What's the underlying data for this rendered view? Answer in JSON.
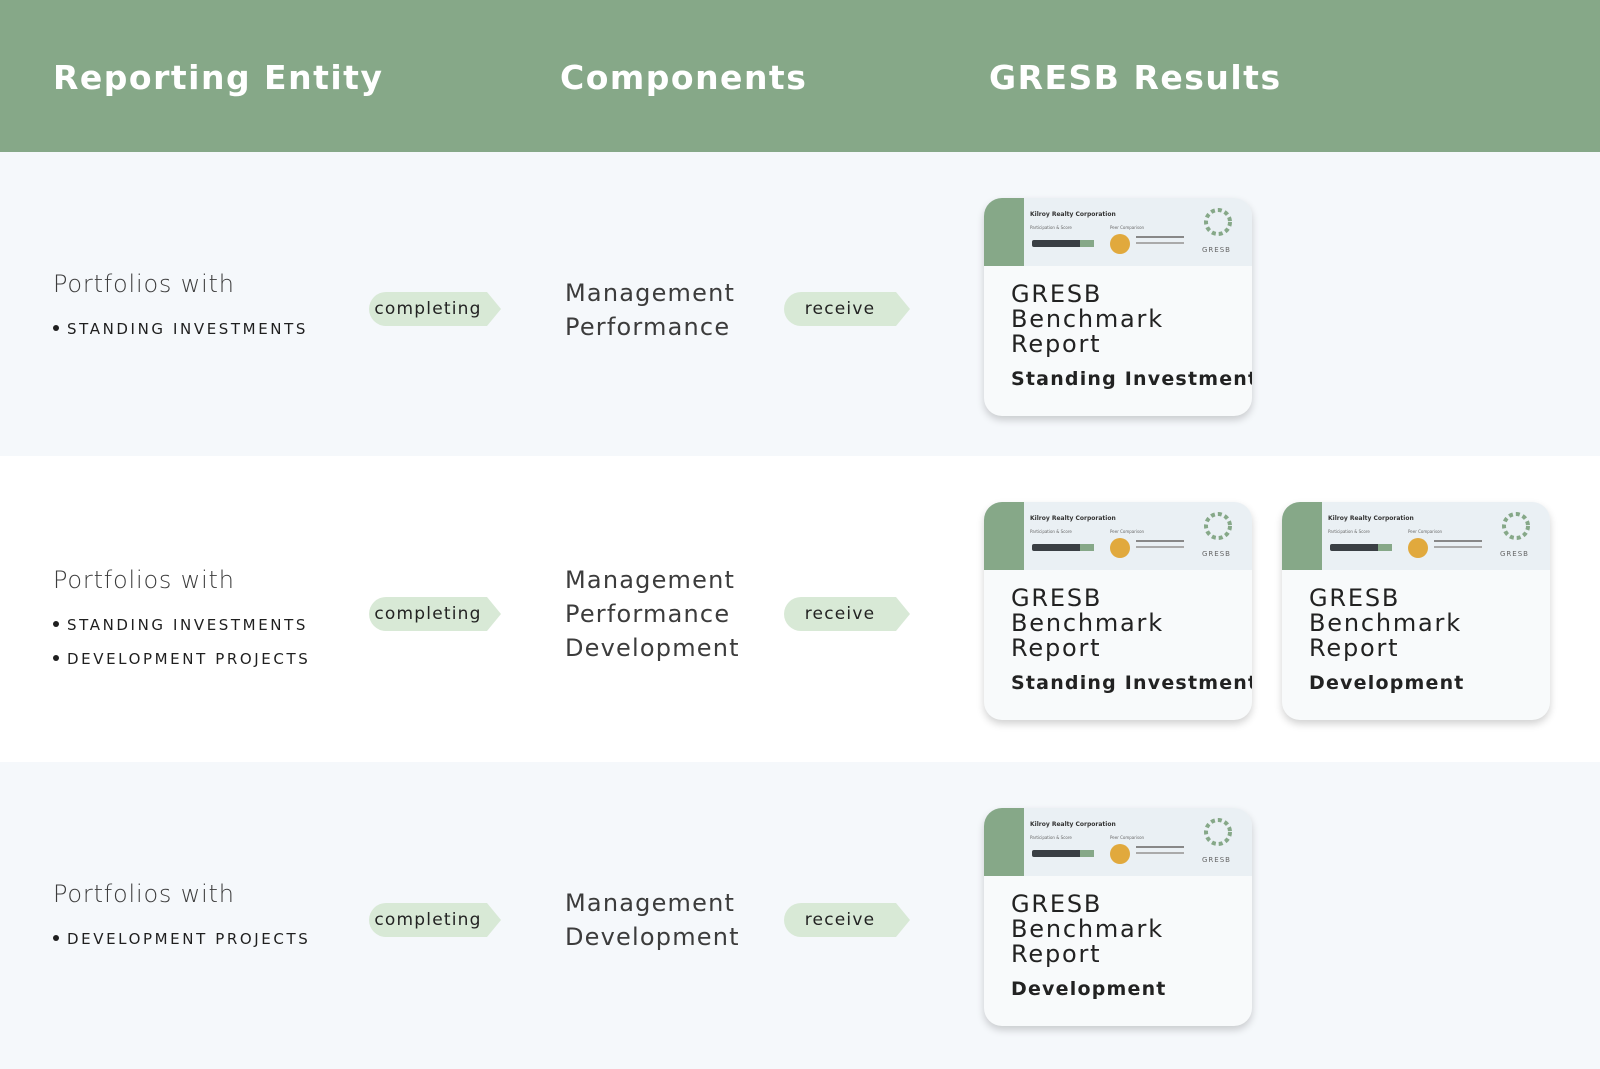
{
  "header": {
    "col1": "Reporting Entity",
    "col2": "Components",
    "col3": "GRESB Results"
  },
  "rows": [
    {
      "portfolios_label": "Portfolios with",
      "items": [
        "STANDING INVESTMENTS"
      ],
      "completing_label": "completing",
      "components": [
        "Management",
        "Performance"
      ],
      "receive_label": "receive",
      "reports": [
        {
          "corp": "Kilroy Realty Corporation",
          "title": [
            "GRESB",
            "Benchmark",
            "Report"
          ],
          "kind": "Standing Investments"
        }
      ]
    },
    {
      "portfolios_label": "Portfolios with",
      "items": [
        "STANDING INVESTMENTS",
        "DEVELOPMENT PROJECTS"
      ],
      "completing_label": "completing",
      "components": [
        "Management",
        "Performance",
        "Development"
      ],
      "receive_label": "receive",
      "reports": [
        {
          "corp": "Kilroy Realty Corporation",
          "title": [
            "GRESB",
            "Benchmark",
            "Report"
          ],
          "kind": "Standing Investments"
        },
        {
          "corp": "Kilroy Realty Corporation",
          "title": [
            "GRESB",
            "Benchmark",
            "Report"
          ],
          "kind": "Development"
        }
      ]
    },
    {
      "portfolios_label": "Portfolios with",
      "items": [
        "DEVELOPMENT PROJECTS"
      ],
      "completing_label": "completing",
      "components": [
        "Management",
        "Development"
      ],
      "receive_label": "receive",
      "reports": [
        {
          "corp": "Kilroy Realty Corporation",
          "title": [
            "GRESB",
            "Benchmark",
            "Report"
          ],
          "kind": "Development"
        }
      ]
    }
  ],
  "card_thumb": {
    "sub_left": "Participation & Score",
    "sub_right": "Peer Comparison",
    "logo_text": "GRESB"
  },
  "colors": {
    "header_green": "#86a888",
    "tag_green": "#d8e9d6",
    "row_alt": "#f5f8fb",
    "medal": "#e1a93d"
  }
}
